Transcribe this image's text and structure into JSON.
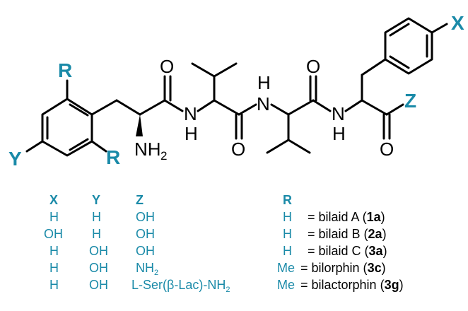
{
  "colors": {
    "accent": "#1a8aa8",
    "bond": "#000000"
  },
  "structure": {
    "labels": {
      "R_top": "R",
      "R_bottom": "R",
      "X": "X",
      "Y": "Y",
      "Z": "Z",
      "nh2_N": "NH",
      "nh2_sub": "2",
      "amide_H1": "H",
      "amide_N1": "N",
      "amide_H2": "H",
      "amide_N2": "N",
      "amide_N3": "N",
      "amide_H3": "H",
      "O1": "O",
      "O2": "O",
      "O3": "O",
      "O4": "O"
    }
  },
  "table": {
    "headers": {
      "x": "X",
      "y": "Y",
      "z": "Z",
      "r": "R"
    },
    "rows": [
      {
        "x": "H",
        "y": "H",
        "z": "OH",
        "z_sub": "",
        "r": "H",
        "name_pre": "= bilaid A (",
        "id": "1a",
        "name_post": ")"
      },
      {
        "x": "OH",
        "y": "H",
        "z": "OH",
        "z_sub": "",
        "r": "H",
        "name_pre": "= bilaid B (",
        "id": "2a",
        "name_post": ")"
      },
      {
        "x": "H",
        "y": "OH",
        "z": "OH",
        "z_sub": "",
        "r": "H",
        "name_pre": "= bilaid C (",
        "id": "3a",
        "name_post": ")"
      },
      {
        "x": "H",
        "y": "OH",
        "z": "NH",
        "z_sub": "2",
        "r": "Me",
        "name_pre": "= bilorphin (",
        "id": "3c",
        "name_post": ")"
      },
      {
        "x": "H",
        "y": "OH",
        "z": "L-Ser(β-Lac)-NH",
        "z_sub": "2",
        "r": "Me",
        "name_pre": "= bilactorphin (",
        "id": "3g",
        "name_post": ")"
      }
    ]
  }
}
